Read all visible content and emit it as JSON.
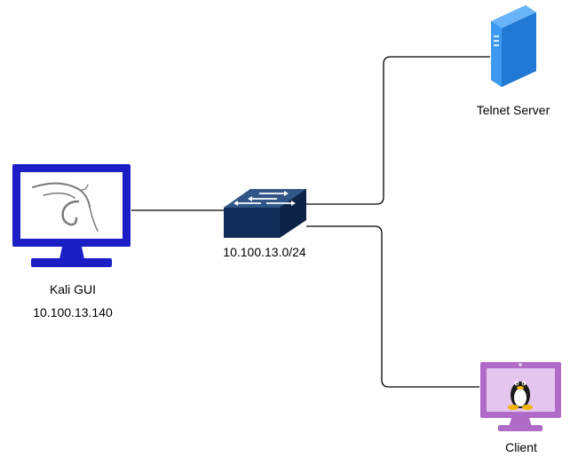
{
  "nodes": {
    "kali": {
      "name": "Kali GUI",
      "ip": "10.100.13.140",
      "icon": "kali-monitor-icon"
    },
    "switch": {
      "subnet": "10.100.13.0/24",
      "icon": "network-switch-icon"
    },
    "telnet_server": {
      "name": "Telnet Server",
      "icon": "server-icon"
    },
    "client": {
      "name": "Client",
      "icon": "linux-monitor-icon"
    }
  },
  "colors": {
    "kali_monitor": "#1a1ec4",
    "switch": "#1f3b66",
    "server": "#2f8fe8",
    "client_monitor": "#b06ac7",
    "link": "#000000"
  }
}
